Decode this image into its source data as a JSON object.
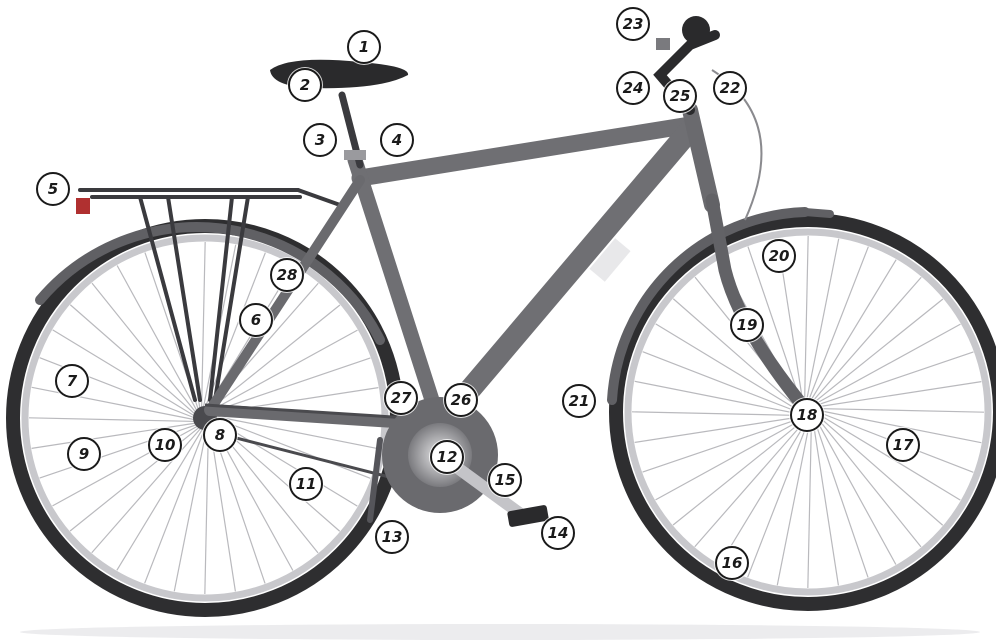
{
  "diagram": {
    "subject": "bike-side-view",
    "colors": {
      "frame": "#6f6f73",
      "frame_dark": "#55555a",
      "tire": "#2e2e30",
      "rim": "#c8c8cc",
      "spoke": "#b9b9bd",
      "saddle": "#2a2a2c",
      "background": "#ffffff"
    },
    "frame_lettering": "Bicycle frame decal (illegible)",
    "callouts": [
      "1",
      "2",
      "3",
      "4",
      "5",
      "6",
      "7",
      "8",
      "9",
      "10",
      "11",
      "12",
      "13",
      "14",
      "15",
      "16",
      "17",
      "18",
      "19",
      "20",
      "21",
      "22",
      "23",
      "24",
      "25",
      "26",
      "27",
      "28"
    ]
  }
}
